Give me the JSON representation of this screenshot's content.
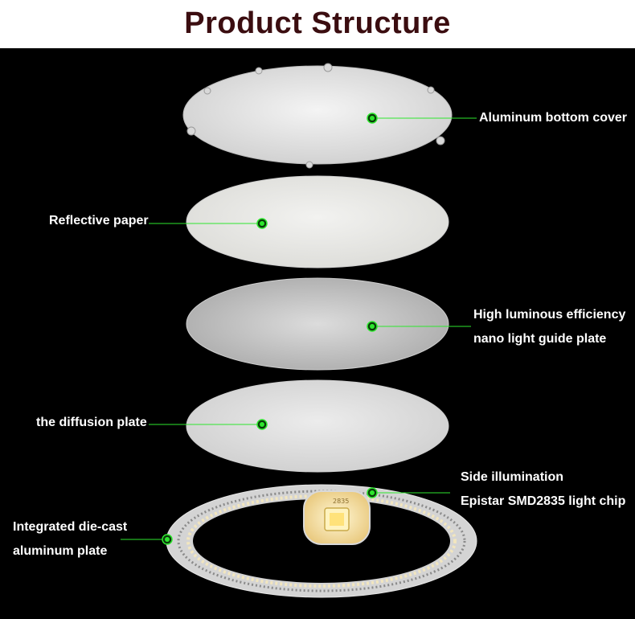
{
  "title": "Product Structure",
  "colors": {
    "accent": "#2ee62e",
    "title": "#3b0d10",
    "background": "#000000",
    "label": "#ffffff"
  },
  "layers": [
    {
      "id": "bottom-cover",
      "labels": [
        "Aluminum bottom cover"
      ]
    },
    {
      "id": "reflective-paper",
      "labels": [
        "Reflective paper"
      ]
    },
    {
      "id": "light-guide-plate",
      "labels": [
        "High luminous efficiency",
        "nano light guide plate"
      ]
    },
    {
      "id": "diffusion-plate",
      "labels": [
        "the diffusion plate"
      ]
    },
    {
      "id": "led-chip",
      "labels": [
        "Side illumination",
        "Epistar SMD2835 light chip"
      ]
    },
    {
      "id": "die-cast-plate",
      "labels": [
        "Integrated die-cast",
        "aluminum plate"
      ]
    }
  ],
  "chip_marking": "2835"
}
